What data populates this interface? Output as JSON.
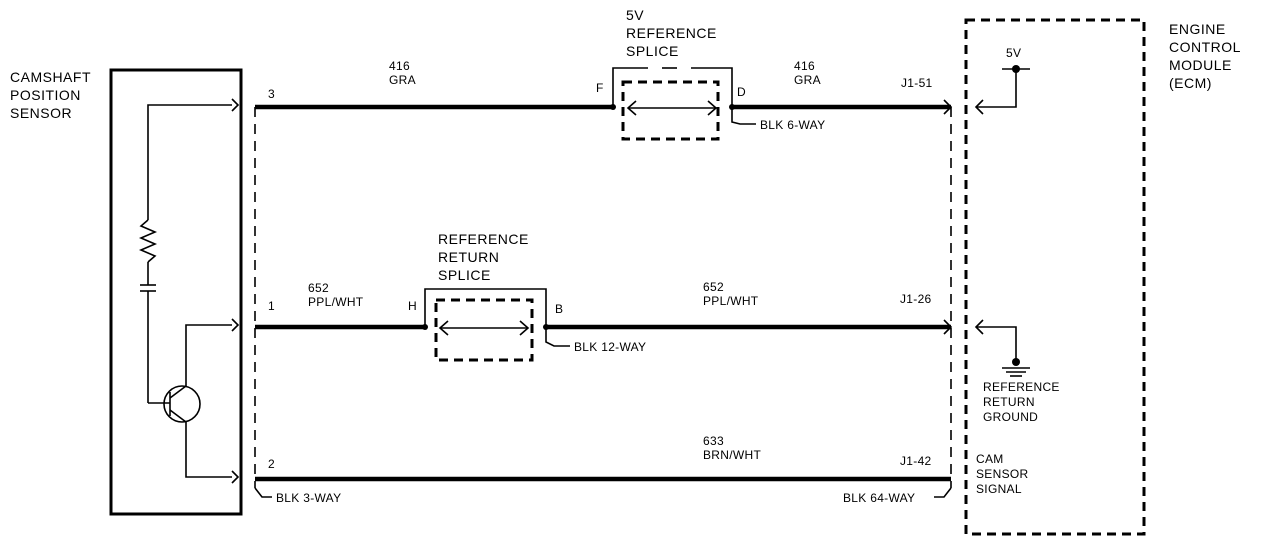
{
  "components": {
    "sensor": {
      "lines": [
        "CAMSHAFT",
        "POSITION",
        "SENSOR"
      ]
    },
    "ecm": {
      "lines": [
        "ENGINE",
        "CONTROL",
        "MODULE",
        "(ECM)"
      ]
    },
    "splice_5v": {
      "lines": [
        "5V",
        "REFERENCE",
        "SPLICE"
      ]
    },
    "splice_ret": {
      "lines": [
        "REFERENCE",
        "RETURN",
        "SPLICE"
      ]
    }
  },
  "wires": {
    "top": {
      "pin_sensor": "3",
      "left_circuit": "416",
      "left_color": "GRA",
      "splice_left_pin": "F",
      "splice_right_pin": "D",
      "right_circuit": "416",
      "right_color": "GRA",
      "ecm_pin": "J1-51"
    },
    "mid": {
      "pin_sensor": "1",
      "left_circuit": "652",
      "left_color": "PPL/WHT",
      "splice_left_pin": "H",
      "splice_right_pin": "B",
      "right_circuit": "652",
      "right_color": "PPL/WHT",
      "ecm_pin": "J1-26"
    },
    "bot": {
      "pin_sensor": "2",
      "circuit": "633",
      "color": "BRN/WHT",
      "ecm_pin": "J1-42"
    }
  },
  "connectors": {
    "splice_5v": "BLK 6-WAY",
    "splice_ret": "BLK 12-WAY",
    "sensor": "BLK 3-WAY",
    "ecm": "BLK 64-WAY"
  },
  "ecm_internal": {
    "supply": "5V",
    "ground_lines": [
      "REFERENCE",
      "RETURN",
      "GROUND"
    ],
    "signal_lines": [
      "CAM",
      "SENSOR",
      "SIGNAL"
    ]
  }
}
